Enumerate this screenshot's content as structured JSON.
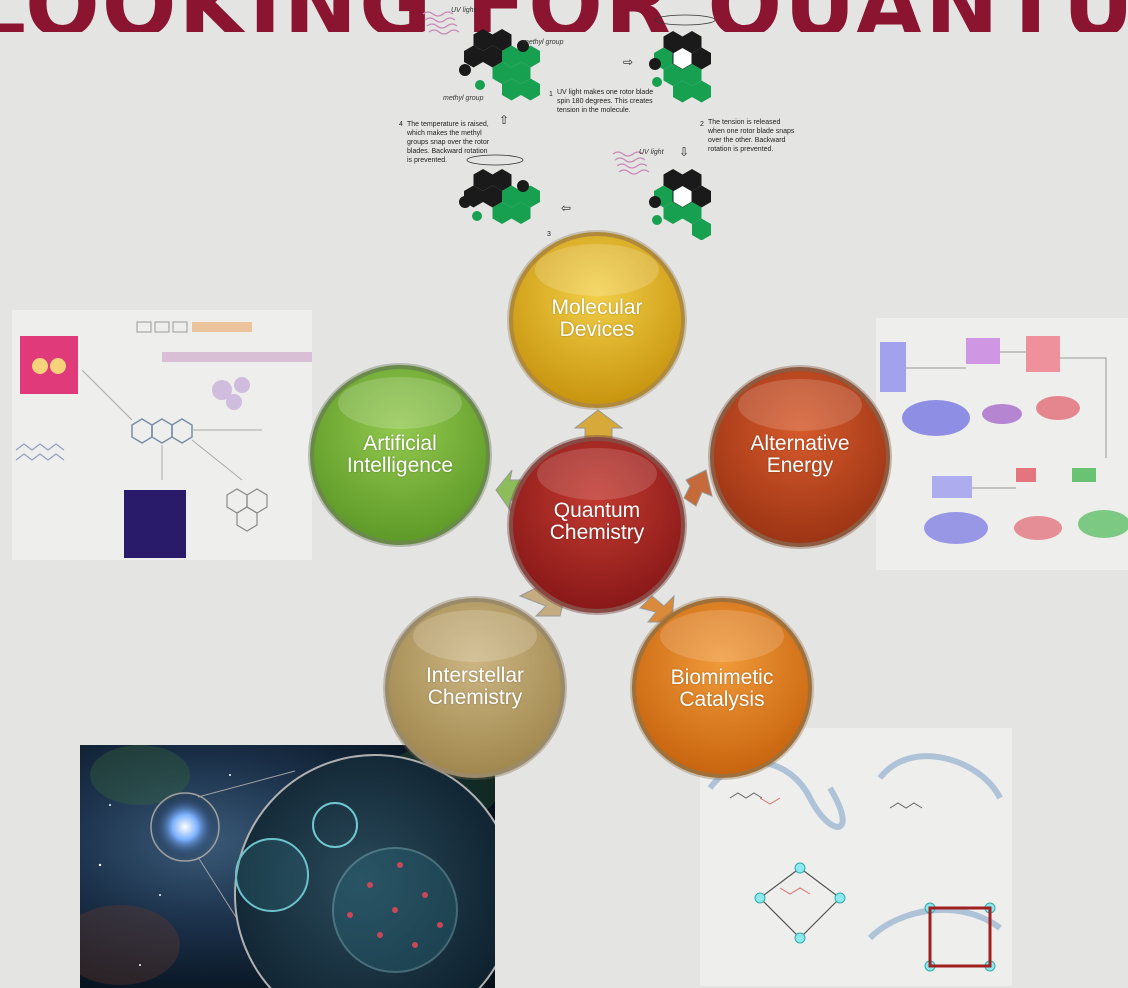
{
  "banner": {
    "title": "LOOKING FOR QUANTUM C"
  },
  "rotor": {
    "uv_light_1": "UV light",
    "uv_light_2": "UV light",
    "methyl_1": "methyl group",
    "methyl_2": "methyl group",
    "step1": [
      "1",
      "UV light makes one rotor blade",
      "spin 180 degrees. This creates",
      "tension in the molecule."
    ],
    "step2": [
      "2",
      "The tension is released",
      "when one rotor blade snaps",
      "over the other. Backward",
      "rotation is prevented."
    ],
    "step4": [
      "4",
      "The temperature is raised,",
      "which makes the methyl",
      "groups snap over the rotor",
      "blades. Backward rotation",
      "is prevented."
    ],
    "step3": "3"
  },
  "nodes": {
    "center": {
      "line1": "Quantum",
      "line2": "Chemistry",
      "color": "#a82a24"
    },
    "molecular": {
      "line1": "Molecular",
      "line2": "Devices",
      "color": "#dcaa1e"
    },
    "alternative": {
      "line1": "Alternative",
      "line2": "Energy",
      "color": "#b9421c"
    },
    "biomimetic": {
      "line1": "Biomimetic",
      "line2": "Catalysis",
      "color": "#df7b1e"
    },
    "interstellar": {
      "line1": "Interstellar",
      "line2": "Chemistry",
      "color": "#b29a66"
    },
    "artificial": {
      "line1": "Artificial",
      "line2": "Intelligence",
      "color": "#78b23a"
    }
  },
  "colors": {
    "banner": "#8b1530",
    "background": "#e4e4e2",
    "rotor_black": "#1a1a1a",
    "rotor_green": "#17a050"
  }
}
